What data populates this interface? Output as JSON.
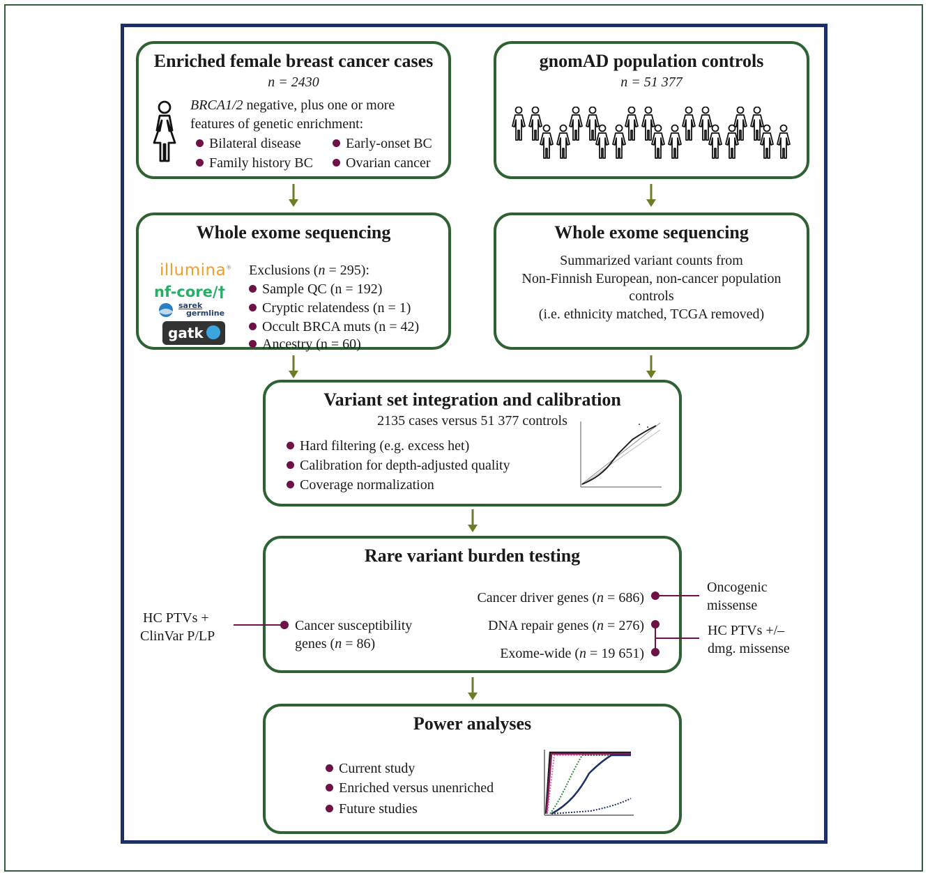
{
  "box1": {
    "title": "Enriched female breast cancer cases",
    "n_label": "n = 2430",
    "desc_line1_italic": "BRCA1/2",
    "desc_line1_rest": " negative, plus one or more",
    "desc_line2": "features of genetic enrichment:",
    "features": [
      "Bilateral disease",
      "Early-onset BC",
      "Family history BC",
      "Ovarian cancer"
    ]
  },
  "box2": {
    "title": "gnomAD population controls",
    "n_label": "n = 51 377"
  },
  "box3": {
    "title": "Whole exome sequencing",
    "logos": [
      "illumina",
      "nf-core/",
      "sarek",
      "germline",
      "gatk"
    ],
    "exclusions_header": "Exclusions (n = 295):",
    "exclusions": [
      "Sample QC (n = 192)",
      "Cryptic relatendess (n = 1)",
      "Occult BRCA muts (n = 42)",
      "Ancestry (n = 60)"
    ]
  },
  "box4": {
    "title": "Whole exome sequencing",
    "lines": [
      "Summarized variant counts from",
      "Non-Finnish European, non-cancer population",
      "controls",
      "(i.e. ethnicity matched, TCGA removed)"
    ]
  },
  "box5": {
    "title": "Variant set integration and calibration",
    "subtitle": "2135 cases versus 51 377 controls",
    "items": [
      "Hard filtering (e.g. excess het)",
      "Calibration for depth-adjusted quality",
      "Coverage normalization"
    ]
  },
  "box6": {
    "title": "Rare variant burden testing",
    "left_gene_set": [
      "Cancer susceptibility",
      "genes (n = 86)"
    ],
    "right_gene_sets": [
      "Cancer driver genes (n = 686)",
      "DNA repair genes (n = 276)",
      "Exome-wide (n = 19 651)"
    ],
    "left_label": [
      "HC PTVs +",
      "ClinVar P/LP"
    ],
    "right_top_label": [
      "Oncogenic",
      "missense"
    ],
    "right_bottom_label": [
      "HC PTVs +/–",
      "dmg. missense"
    ]
  },
  "box7": {
    "title": "Power analyses",
    "items": [
      "Current study",
      "Enriched versus unenriched",
      "Future studies"
    ]
  },
  "colors": {
    "box_border": "#2f6232",
    "frame_border": "#1c2f66",
    "arrow": "#6b7d27",
    "bullet": "#6e1146"
  }
}
